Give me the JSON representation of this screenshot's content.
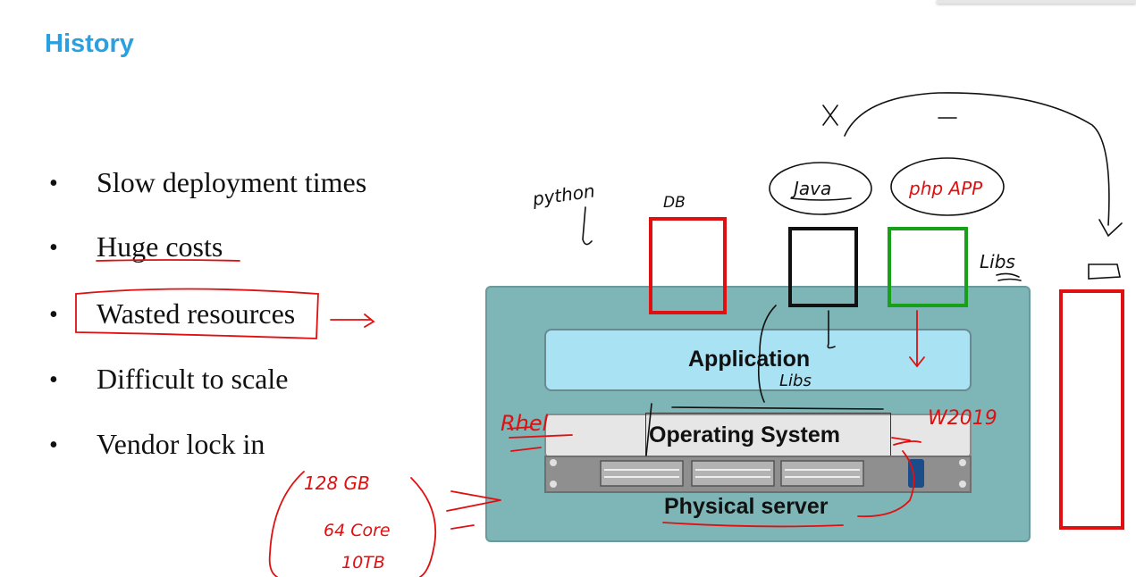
{
  "slide": {
    "title": "History",
    "bullets": [
      "Slow deployment times",
      "Huge costs",
      "Wasted resources",
      "Difficult to scale",
      "Vendor   lock  in"
    ]
  },
  "diagram": {
    "application_label": "Application",
    "os_label": "Operating System",
    "physical_label": "Physical server"
  },
  "annotations": {
    "python": "python",
    "db": "DB",
    "java": "Java",
    "php_app": "php APP",
    "libs_right": "Libs",
    "libs_middle": "Libs",
    "rhel": "Rhel",
    "w2019": "W2019",
    "ram": "128 GB",
    "cores": "64 Core",
    "storage": "10TB",
    "x_mark": "X"
  },
  "colors": {
    "title": "#2aa0e0",
    "ink_red": "#e01010",
    "ink_black": "#111111",
    "box_green": "#18a018",
    "server_bg": "#7eb5b7",
    "app_bg": "#a9e2f3"
  }
}
